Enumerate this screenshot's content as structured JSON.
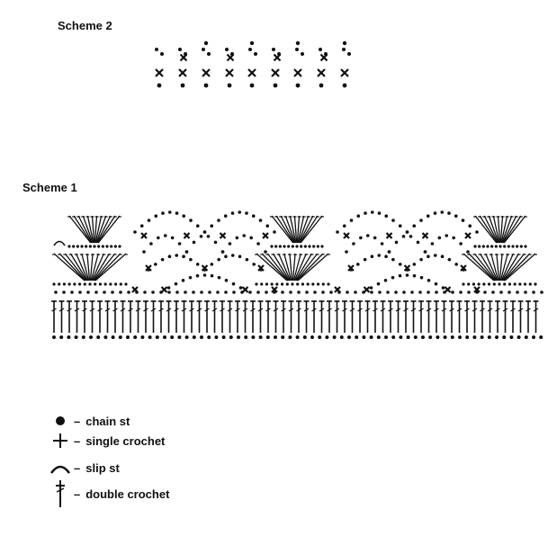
{
  "schemes": {
    "scheme2_title": "Scheme 2",
    "scheme1_title": "Scheme 1"
  },
  "legend": {
    "items": [
      {
        "icon": "chain-st-icon",
        "label": "chain st"
      },
      {
        "icon": "single-crochet-icon",
        "label": "single crochet"
      },
      {
        "icon": "slip-st-icon",
        "label": "slip st"
      },
      {
        "icon": "double-crochet-icon",
        "label": "double crochet"
      }
    ],
    "dash": "–"
  },
  "colors": {
    "ink": "#111111",
    "paper": "#ffffff"
  }
}
